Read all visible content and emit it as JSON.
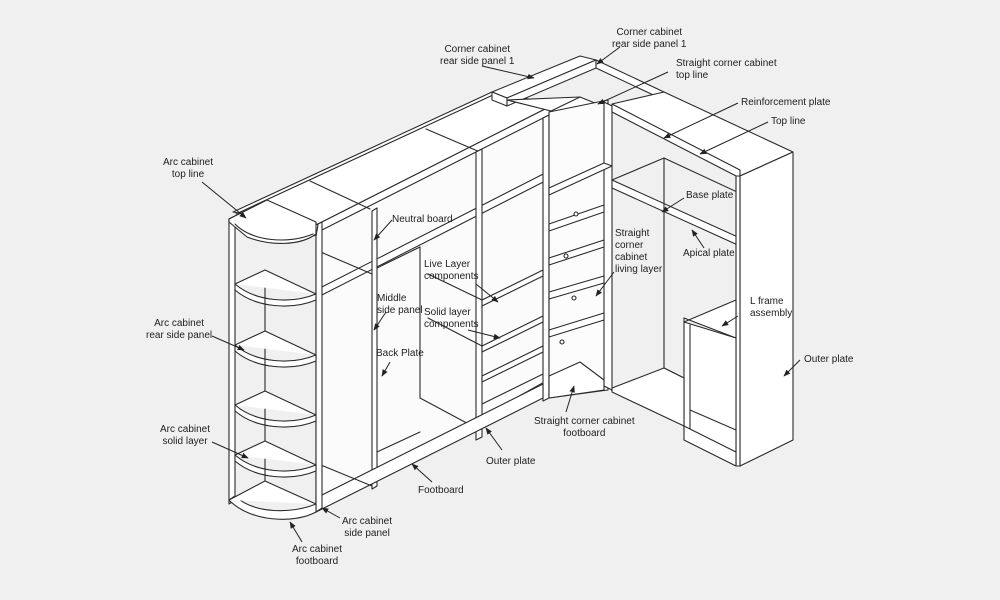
{
  "labels": {
    "corner_rear_left": [
      "Corner cabinet",
      "rear side panel 1"
    ],
    "corner_rear_right": [
      "Corner cabinet",
      "rear side panel 1"
    ],
    "straight_corner_top_line": [
      "Straight corner cabinet",
      "top line"
    ],
    "reinforcement_plate": [
      "Reinforcement plate"
    ],
    "top_line": [
      "Top line"
    ],
    "arc_top_line": [
      "Arc cabinet",
      "top line"
    ],
    "neutral_board": [
      "Neutral board"
    ],
    "base_plate": [
      "Base plate"
    ],
    "straight_corner_living_layer": [
      "Straight",
      "corner",
      "cabinet",
      "living layer"
    ],
    "apical_plate": [
      "Apical plate"
    ],
    "live_layer": [
      "Live Layer",
      "components"
    ],
    "middle_side_panel": [
      "Middle",
      "side panel"
    ],
    "solid_layer": [
      "Solid layer",
      "components"
    ],
    "l_frame": [
      "L frame",
      "assembly"
    ],
    "arc_rear_side_panel": [
      "Arc cabinet",
      "rear side panel"
    ],
    "back_plate": [
      "Back Plate"
    ],
    "outer_plate_right": [
      "Outer plate"
    ],
    "straight_corner_footboard": [
      "Straight corner cabinet",
      "footboard"
    ],
    "arc_solid_layer": [
      "Arc cabinet",
      "solid layer"
    ],
    "outer_plate_bottom": [
      "Outer plate"
    ],
    "footboard": [
      "Footboard"
    ],
    "arc_side_panel": [
      "Arc cabinet",
      "side panel"
    ],
    "arc_footboard": [
      "Arc cabinet",
      "footboard"
    ]
  },
  "colors": {
    "background": "#f0f0f0",
    "line": "#2a2a2a",
    "panel_fill": "#ffffff"
  }
}
